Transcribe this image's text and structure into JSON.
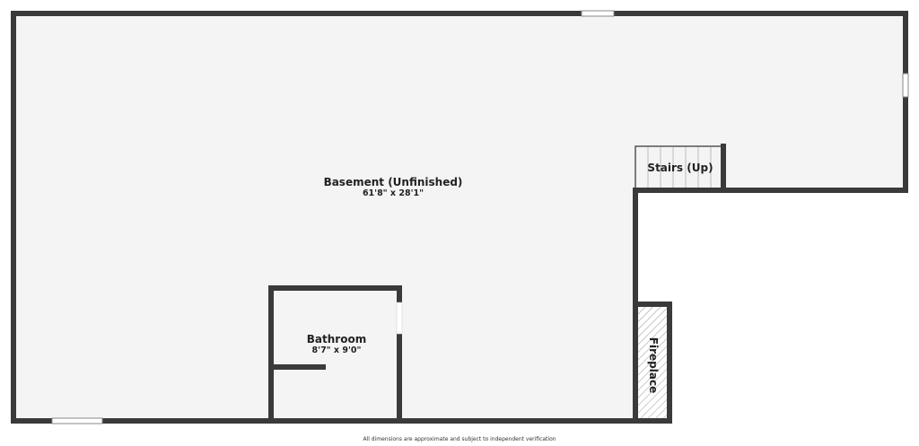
{
  "rooms": [
    {
      "name": "Basement (Unfinished)",
      "dimensions": "61'8\" x 28'1\""
    },
    {
      "name": "Bathroom",
      "dimensions": "8'7\" x 9'0\""
    },
    {
      "name": "Stairs (Up)"
    },
    {
      "name": "Fireplace"
    }
  ],
  "footer": "All dimensions are approximate and subject to independent verification",
  "colors": {
    "wall": "#3a3a3a",
    "floor": "#f4f4f4"
  }
}
